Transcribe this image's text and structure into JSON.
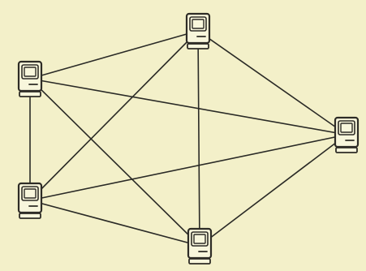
{
  "diagram": {
    "type": "fully-connected network",
    "node_icon": "compact-mac-computer-icon",
    "colors": {
      "background": "#f3f0c9",
      "line": "#2a2a26",
      "computer_body": "#f8f6dc",
      "computer_outline": "#2e2c26"
    },
    "nodes": [
      {
        "id": "computer-top"
      },
      {
        "id": "computer-left-upper"
      },
      {
        "id": "computer-right"
      },
      {
        "id": "computer-left-lower"
      },
      {
        "id": "computer-bottom"
      }
    ],
    "edges": [
      [
        "computer-top",
        "computer-left-upper"
      ],
      [
        "computer-top",
        "computer-right"
      ],
      [
        "computer-top",
        "computer-left-lower"
      ],
      [
        "computer-top",
        "computer-bottom"
      ],
      [
        "computer-left-upper",
        "computer-right"
      ],
      [
        "computer-left-upper",
        "computer-left-lower"
      ],
      [
        "computer-left-upper",
        "computer-bottom"
      ],
      [
        "computer-right",
        "computer-left-lower"
      ],
      [
        "computer-right",
        "computer-bottom"
      ],
      [
        "computer-left-lower",
        "computer-bottom"
      ]
    ]
  }
}
